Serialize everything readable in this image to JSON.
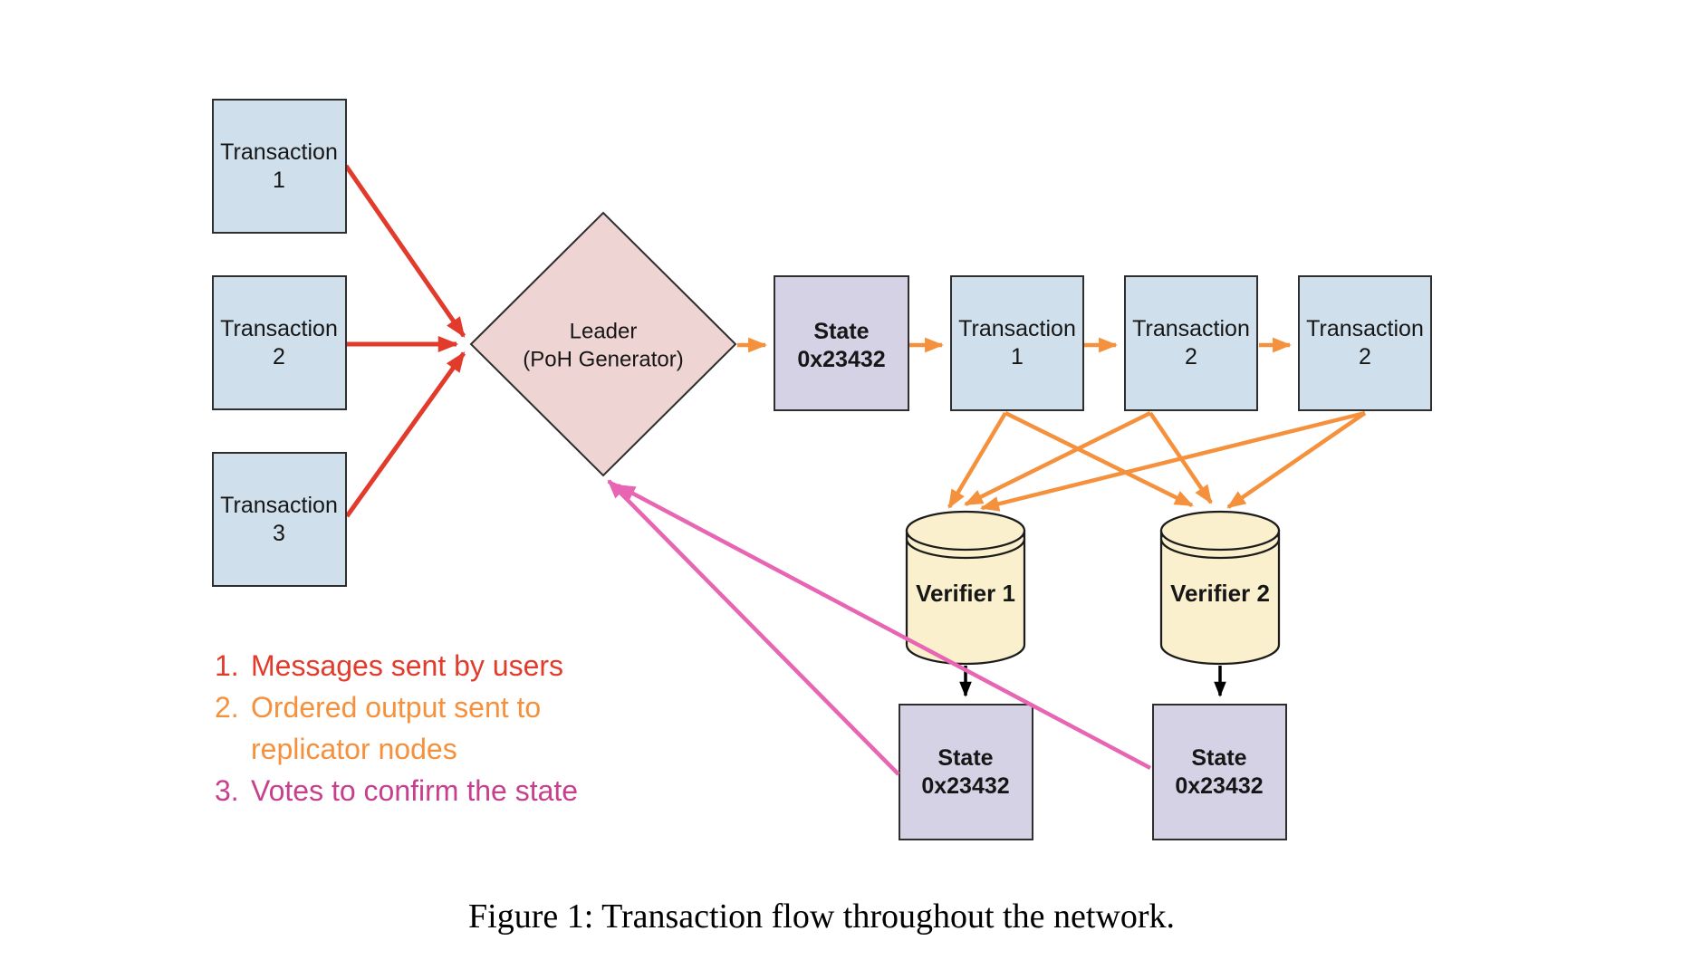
{
  "caption": "Figure 1: Transaction flow throughout the network.",
  "nodes": {
    "user_tx_1": {
      "line1": "Transaction",
      "line2": "1"
    },
    "user_tx_2": {
      "line1": "Transaction",
      "line2": "2"
    },
    "user_tx_3": {
      "line1": "Transaction",
      "line2": "3"
    },
    "leader": {
      "line1": "Leader",
      "line2": "(PoH Generator)"
    },
    "state_initial": {
      "line1": "State",
      "line2": "0x23432"
    },
    "ordered_tx_1": {
      "line1": "Transaction",
      "line2": "1"
    },
    "ordered_tx_2": {
      "line1": "Transaction",
      "line2": "2"
    },
    "ordered_tx_3": {
      "line1": "Transaction",
      "line2": "2"
    },
    "verifier_1": {
      "label": "Verifier 1"
    },
    "verifier_2": {
      "label": "Verifier 2"
    },
    "state_verifier_1": {
      "line1": "State",
      "line2": "0x23432"
    },
    "state_verifier_2": {
      "line1": "State",
      "line2": "0x23432"
    }
  },
  "legend": {
    "items": [
      {
        "number": "1.",
        "lines": [
          "Messages sent by users"
        ],
        "color": "#e23b2c"
      },
      {
        "number": "2.",
        "lines": [
          "Ordered output sent to",
          "replicator nodes"
        ],
        "color": "#f5913c"
      },
      {
        "number": "3.",
        "lines": [
          "Votes to confirm the state"
        ],
        "color": "#c7408e"
      }
    ]
  },
  "colors": {
    "background": "#ffffff",
    "user_message_arrow": "#e23b2c",
    "ordered_output_arrow": "#f5913c",
    "vote_arrow": "#e765b2",
    "black_arrow": "#000000",
    "transaction_box_fill": "#cfdfeb",
    "leader_diamond_fill": "#eed4d2",
    "state_box_fill": "#d6d2e6",
    "verifier_cylinder_fill": "#faf0cd",
    "node_border": "#2e2e2e"
  }
}
